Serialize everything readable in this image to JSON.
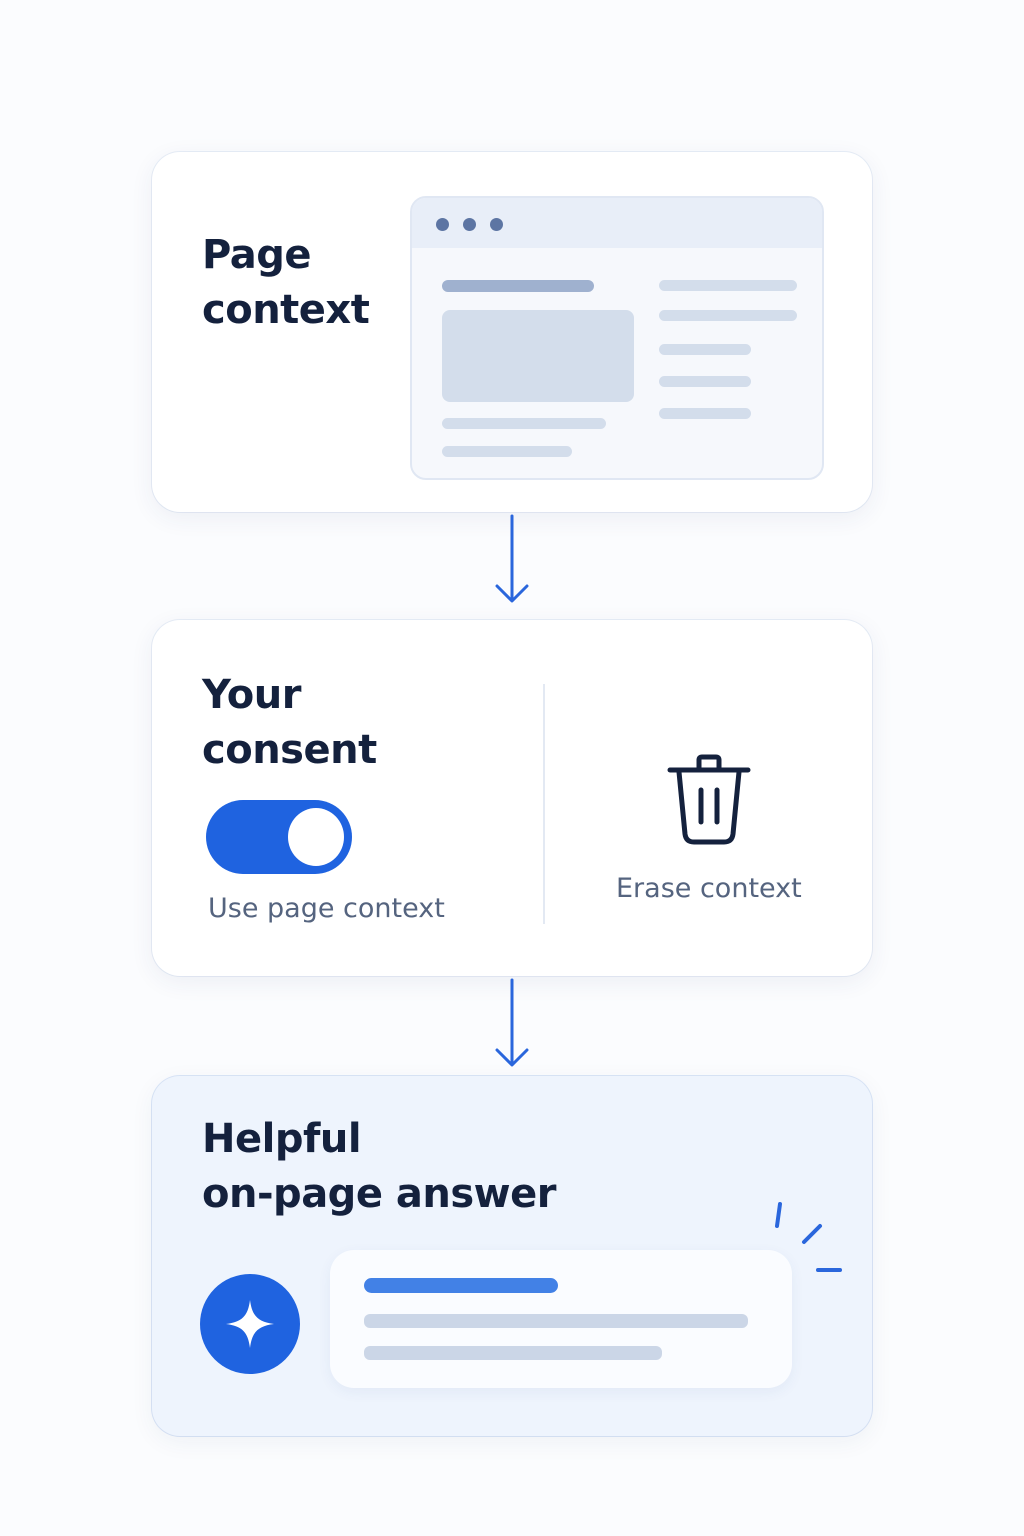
{
  "steps": [
    {
      "title_line1": "Page",
      "title_line2": "context"
    },
    {
      "title_line1": "Your",
      "title_line2": "consent",
      "toggle": {
        "label": "Use page context",
        "on": true
      },
      "erase": {
        "label": "Erase context",
        "icon": "trash-icon"
      }
    },
    {
      "title_line1": "Helpful",
      "title_line2": "on-page answer",
      "icon": "sparkle-icon"
    }
  ],
  "colors": {
    "accent": "#1f63e0",
    "heading": "#14213d",
    "caption": "#55647f",
    "answer_card_bg": "#eef4fd"
  }
}
